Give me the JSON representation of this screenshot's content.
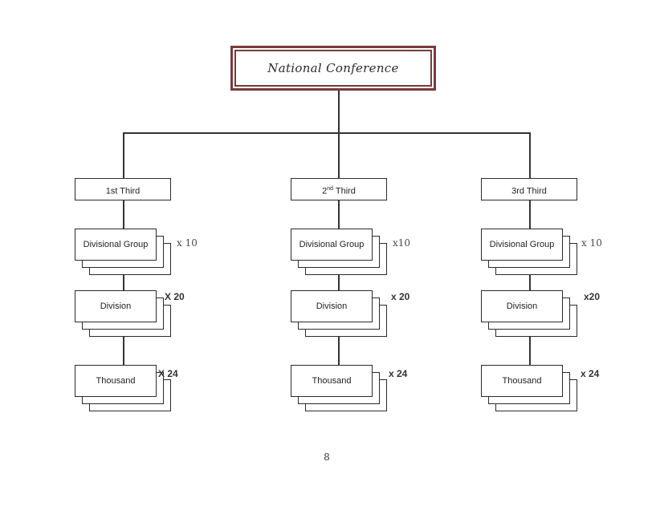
{
  "colors": {
    "accent": "#7a3b3b",
    "line": "#333333"
  },
  "root": {
    "title": "National Conference"
  },
  "columns": [
    {
      "third": {
        "pre": "1st Third",
        "sup": "",
        "post": ""
      },
      "stacks": [
        {
          "label": "Divisional Group",
          "multiplier": "x 10"
        },
        {
          "label": "Division",
          "multiplier": "X 20"
        },
        {
          "label": "Thousand",
          "multiplier": "X 24"
        }
      ]
    },
    {
      "third": {
        "pre": "2",
        "sup": "nd",
        "post": " Third"
      },
      "stacks": [
        {
          "label": "Divisional Group",
          "multiplier": "x10"
        },
        {
          "label": "Division",
          "multiplier": "x 20"
        },
        {
          "label": "Thousand",
          "multiplier": "x 24"
        }
      ]
    },
    {
      "third": {
        "pre": "3rd Third",
        "sup": "",
        "post": ""
      },
      "stacks": [
        {
          "label": "Divisional Group",
          "multiplier": "x 10"
        },
        {
          "label": "Division",
          "multiplier": "x20"
        },
        {
          "label": "Thousand",
          "multiplier": "x 24"
        }
      ]
    }
  ],
  "page": {
    "number": "8"
  }
}
